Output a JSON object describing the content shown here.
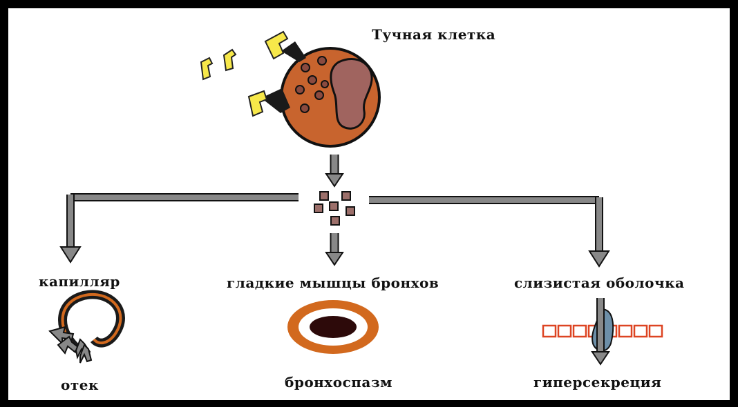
{
  "labels": {
    "mast_cell": "Тучная клетка",
    "capillary": "капилляр",
    "smooth_muscle": "гладкие мышцы бронхов",
    "mucosa": "слизистая оболочка",
    "edema": "отек",
    "bronchospasm": "бронхоспазм",
    "hypersecretion": "гиперсекреция"
  },
  "colors": {
    "border": "#000000",
    "cell": "#c8642e",
    "nucleus": "#a0645f",
    "granule": "#8a4a3f",
    "allergen": "#f7e84a",
    "antibody": "#1a1a1a",
    "mediator": "#9c6f6a",
    "arrow": "#888888",
    "bronchus_outer": "#d2691e",
    "bronchus_lumen": "#2d0a0a",
    "mucosa_cells": "#dd4422",
    "secretion": "#6d8fa8"
  }
}
